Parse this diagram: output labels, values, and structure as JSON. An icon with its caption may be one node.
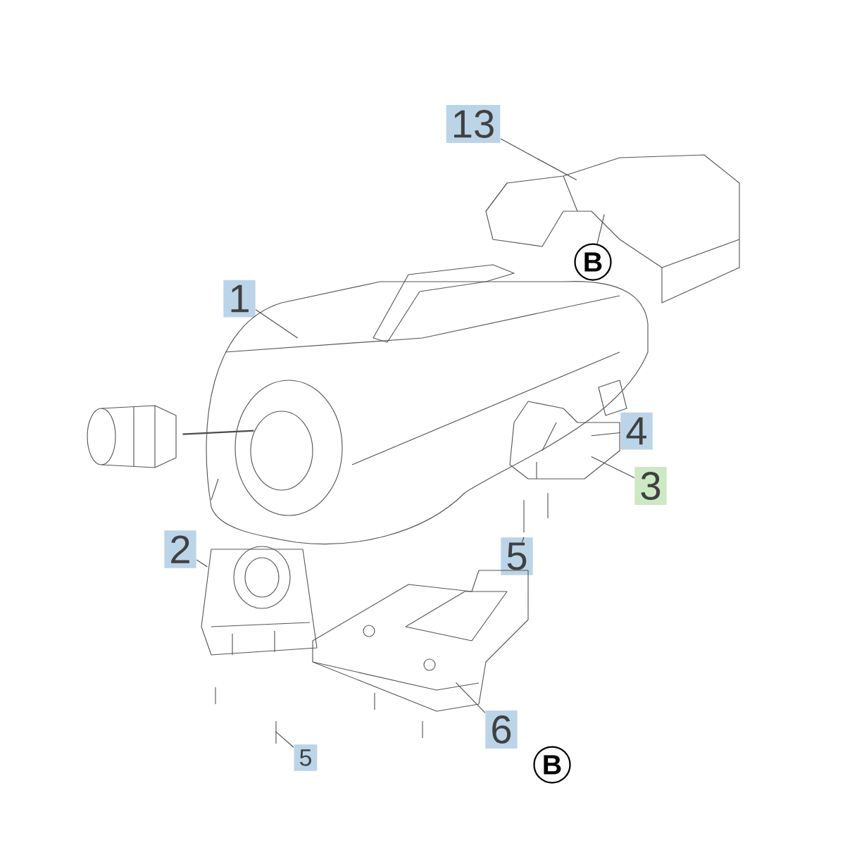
{
  "diagram": {
    "nodes": [
      {
        "text": [
          "13"
        ]
      },
      {
        "text": [
          "1"
        ]
      },
      {
        "text": [
          "4"
        ]
      },
      {
        "text": [
          "3"
        ]
      },
      {
        "text": [
          "5"
        ]
      },
      {
        "text": [
          "2"
        ]
      },
      {
        "text": [
          "6"
        ]
      },
      {
        "text": [
          "5"
        ]
      },
      {
        "text": [
          "B"
        ]
      },
      {
        "text": [
          "B"
        ]
      },
      {
        "text": [],
        "shape": "picture"
      },
      {
        "text": [],
        "shape": "picture"
      },
      {
        "text": [],
        "shape": "picture"
      },
      {
        "text": [],
        "shape": "picture"
      },
      {
        "text": [],
        "shape": "picture"
      },
      {
        "text": [],
        "shape": "picture"
      },
      {
        "text": [],
        "shape": "picture"
      },
      {
        "text": [],
        "shape": "picture"
      }
    ],
    "edges": [
      {
        "from": 0,
        "to": 10,
        "arrow": "none"
      },
      {
        "from": 1,
        "to": 11,
        "arrow": "none"
      },
      {
        "from": 2,
        "to": 13,
        "arrow": "none"
      },
      {
        "from": 3,
        "to": 13,
        "arrow": "none"
      },
      {
        "from": 4,
        "to": 14,
        "arrow": "none"
      },
      {
        "from": 5,
        "to": 15,
        "arrow": "none"
      },
      {
        "from": 6,
        "to": 16,
        "arrow": "none"
      },
      {
        "from": 7,
        "to": 17,
        "arrow": "none"
      },
      {
        "from": 8,
        "to": 10,
        "arrow": "none"
      },
      {
        "from": 12,
        "to": 11,
        "arrow": "none"
      }
    ]
  }
}
